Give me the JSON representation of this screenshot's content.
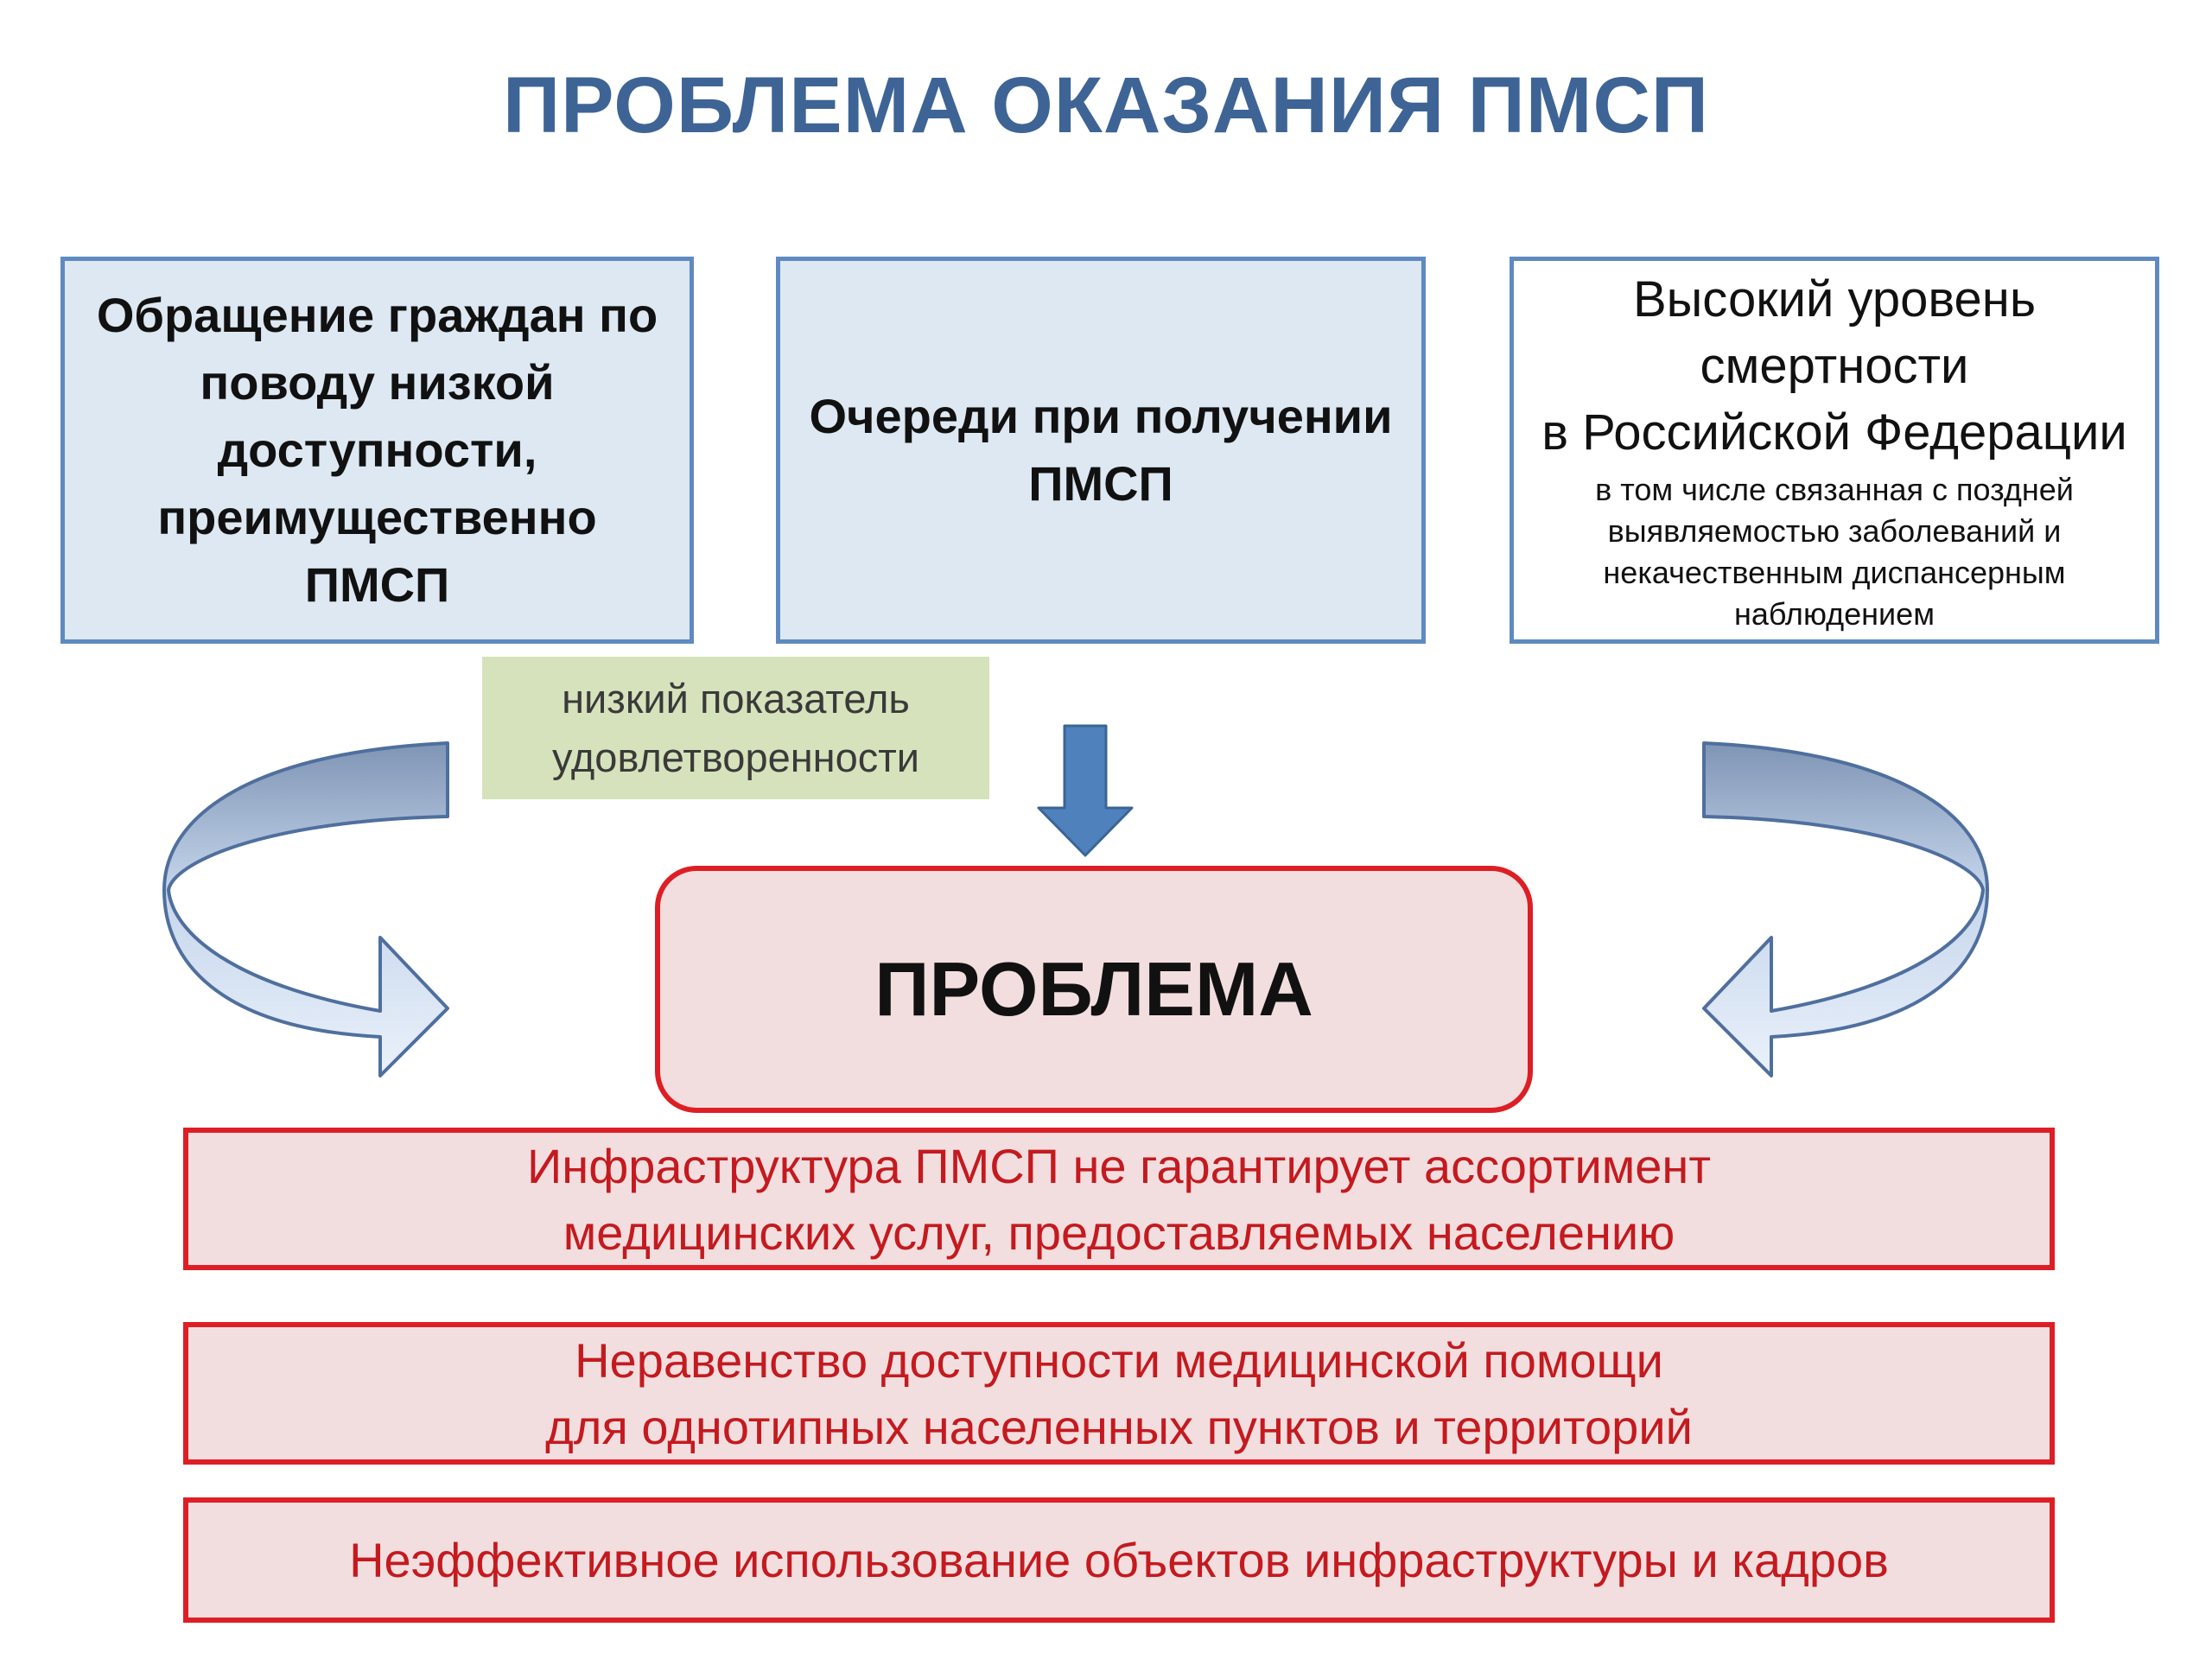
{
  "title": "ПРОБЛЕМА ОКАЗАНИЯ ПМСП",
  "top_boxes": {
    "left": {
      "lines": [
        "Обращение граждан по",
        "поводу низкой",
        "доступности,",
        "преимущественно",
        "ПМСП"
      ]
    },
    "center": {
      "lines": [
        "Очереди при получении",
        "ПМСП"
      ]
    },
    "right": {
      "lines": [
        "Высокий уровень",
        "смертности",
        "в Российской Федерации"
      ],
      "sub_lines": [
        "в том числе связанная с поздней",
        "выявляемостью заболеваний и",
        "некачественным диспансерным",
        "наблюдением"
      ]
    }
  },
  "satisfaction_label": {
    "lines": [
      "низкий показатель",
      "удовлетворенности"
    ]
  },
  "problem_label": "ПРОБЛЕМА",
  "consequences": [
    {
      "lines": [
        "Инфраструктура ПМСП не гарантирует ассортимент",
        "медицинских услуг, предоставляемых населению"
      ]
    },
    {
      "lines": [
        "Неравенство доступности медицинской помощи",
        "для однотипных населенных пунктов и территорий"
      ]
    },
    {
      "lines": [
        "Неэффективное использование объектов инфраструктуры и кадров"
      ]
    }
  ],
  "colors": {
    "title": "#3e6496",
    "box_border_blue": "#5f8ac0",
    "box_fill_blue": "#dde8f2",
    "green_fill": "#d6e2bb",
    "red_border": "#dd1f25",
    "red_fill": "#f3dedf",
    "red_text": "#c41a1f",
    "down_arrow": "#4f81bd"
  }
}
